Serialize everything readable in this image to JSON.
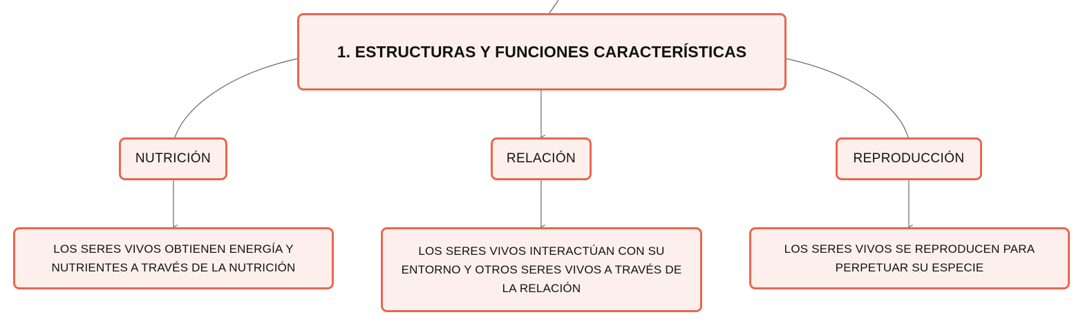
{
  "colors": {
    "node_fill": "#fdf0ec",
    "node_border": "#e8664f",
    "connector": "#666666",
    "text": "#111111"
  },
  "root": {
    "label": "1. ESTRUCTURAS Y FUNCIONES CARACTERÍSTICAS"
  },
  "categories": [
    {
      "label": "NUTRICIÓN",
      "detail": "LOS SERES VIVOS OBTIENEN ENERGÍA Y NUTRIENTES A TRAVÉS DE LA NUTRICIÓN"
    },
    {
      "label": "RELACIÓN",
      "detail": "LOS SERES VIVOS INTERACTÚAN CON SU ENTORNO Y OTROS SERES VIVOS A TRAVÉS DE LA RELACIÓN"
    },
    {
      "label": "REPRODUCCIÓN",
      "detail": "LOS SERES VIVOS SE REPRODUCEN PARA PERPETUAR SU ESPECIE"
    }
  ]
}
